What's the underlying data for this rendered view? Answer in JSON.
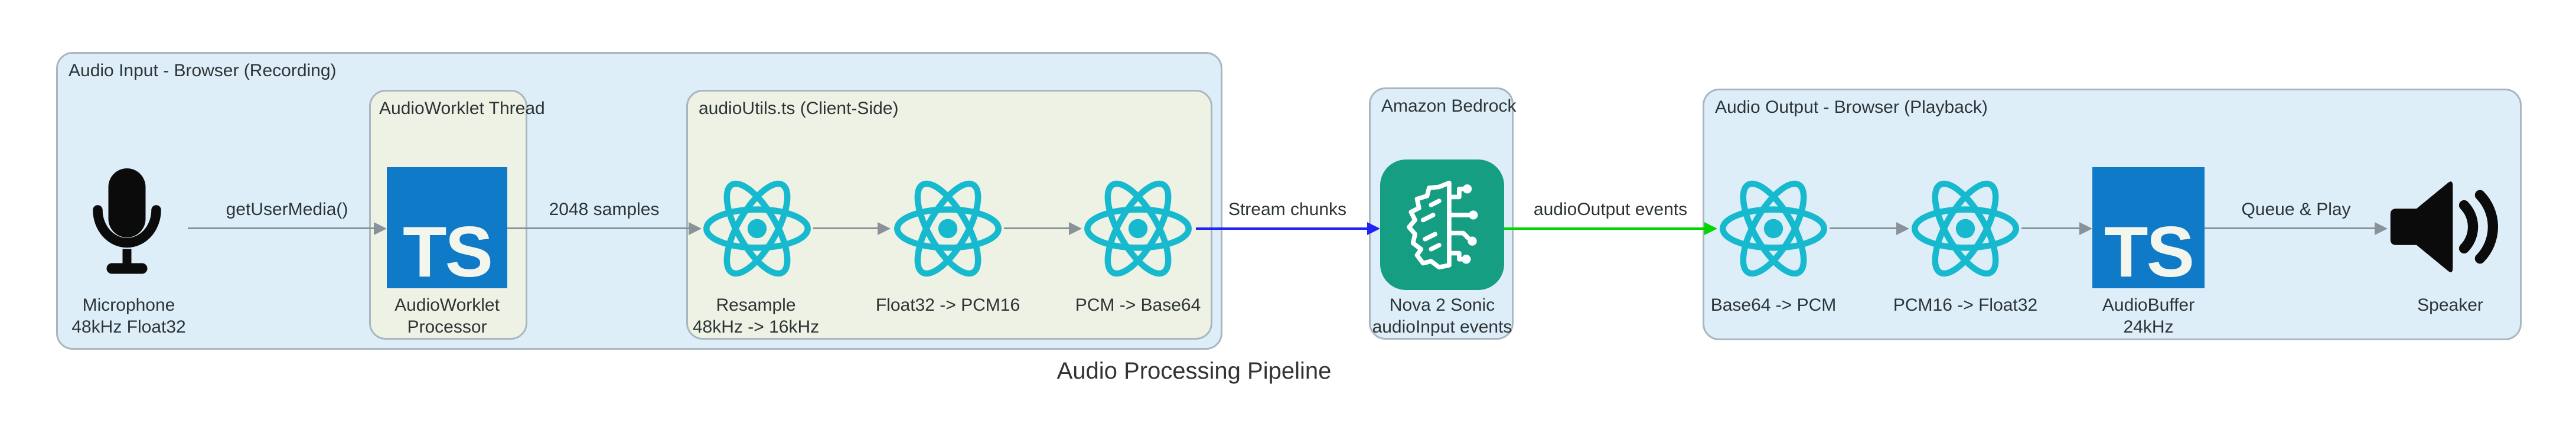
{
  "diagram": {
    "title": "Audio Processing Pipeline",
    "containers": {
      "audio_input": {
        "title": "Audio Input - Browser (Recording)"
      },
      "audioworklet_thread": {
        "title": "AudioWorklet Thread"
      },
      "audio_utils": {
        "title": "audioUtils.ts (Client-Side)"
      },
      "amazon_bedrock": {
        "title": "Amazon Bedrock"
      },
      "audio_output": {
        "title": "Audio Output - Browser (Playback)"
      }
    },
    "nodes": {
      "microphone": {
        "line1": "Microphone",
        "line2": "48kHz Float32"
      },
      "audioworklet_processor": {
        "logo": "TS",
        "line1": "AudioWorklet",
        "line2": "Processor"
      },
      "resample": {
        "line1": "Resample",
        "line2": "48kHz -> 16kHz"
      },
      "float32_to_pcm16": {
        "line1": "Float32 -> PCM16"
      },
      "pcm_to_base64": {
        "line1": "PCM -> Base64"
      },
      "nova_sonic": {
        "line1": "Nova 2 Sonic",
        "line2": "audioInput events"
      },
      "base64_to_pcm": {
        "line1": "Base64 -> PCM"
      },
      "pcm16_to_float32": {
        "line1": "PCM16 -> Float32"
      },
      "audio_buffer": {
        "logo": "TS",
        "line1": "AudioBuffer",
        "line2": "24kHz"
      },
      "speaker": {
        "line1": "Speaker"
      }
    },
    "edges": {
      "get_user_media": {
        "label": "getUserMedia()"
      },
      "samples_2048": {
        "label": "2048 samples"
      },
      "stream_chunks": {
        "label": "Stream chunks"
      },
      "audio_output_events": {
        "label": "audioOutput events"
      },
      "queue_and_play": {
        "label": "Queue & Play"
      }
    },
    "colors": {
      "container-fill": "#ddeef9",
      "container-border": "#a9b6bf",
      "subcontainer-fill": "#edf2e5",
      "ts-blue": "#0f7ac8",
      "ts-text": "#f3f6ec",
      "react-cyan": "#16b9cd",
      "bedrock-teal": "#169e83",
      "arrow-gray": "#8a9299",
      "arrow-blue": "#2222f5",
      "arrow-green": "#00d600",
      "icon-black": "#0b0b0b",
      "text-dark": "#2d3436"
    }
  }
}
